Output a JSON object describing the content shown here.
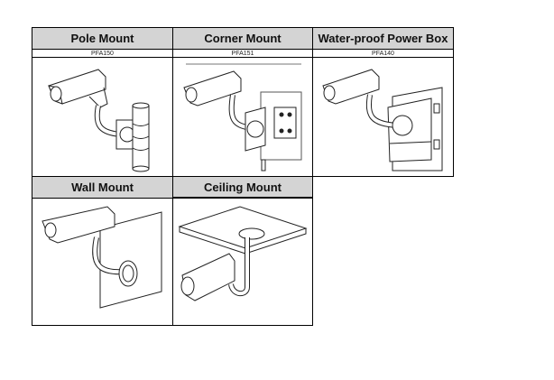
{
  "mounts": [
    {
      "title": "Pole Mount",
      "model": "PFA150",
      "illustration": "pole-mount-icon"
    },
    {
      "title": "Corner Mount",
      "model": "PFA151",
      "illustration": "corner-mount-icon"
    },
    {
      "title": "Water-proof Power Box",
      "model": "PFA140",
      "illustration": "power-box-icon"
    },
    {
      "title": "Wall Mount",
      "illustration": "wall-mount-icon"
    },
    {
      "title": "Ceiling Mount",
      "illustration": "ceiling-mount-icon"
    }
  ]
}
